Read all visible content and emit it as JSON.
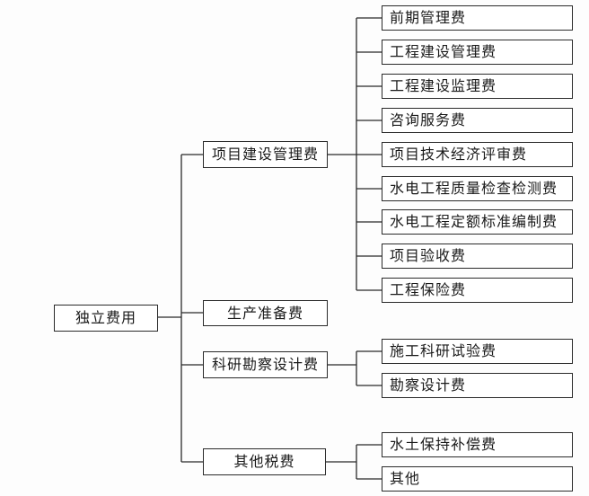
{
  "root": {
    "label": "独立费用"
  },
  "categories": [
    {
      "label": "项目建设管理费",
      "items": [
        "前期管理费",
        "工程建设管理费",
        "工程建设监理费",
        "咨询服务费",
        "项目技术经济评审费",
        "水电工程质量检查检测费",
        "水电工程定额标准编制费",
        "项目验收费",
        "工程保险费"
      ]
    },
    {
      "label": "生产准备费",
      "items": []
    },
    {
      "label": "科研勘察设计费",
      "items": [
        "施工科研试验费",
        "勘察设计费"
      ]
    },
    {
      "label": "其他税费",
      "items": [
        "水土保持补偿费",
        "其他"
      ]
    }
  ]
}
